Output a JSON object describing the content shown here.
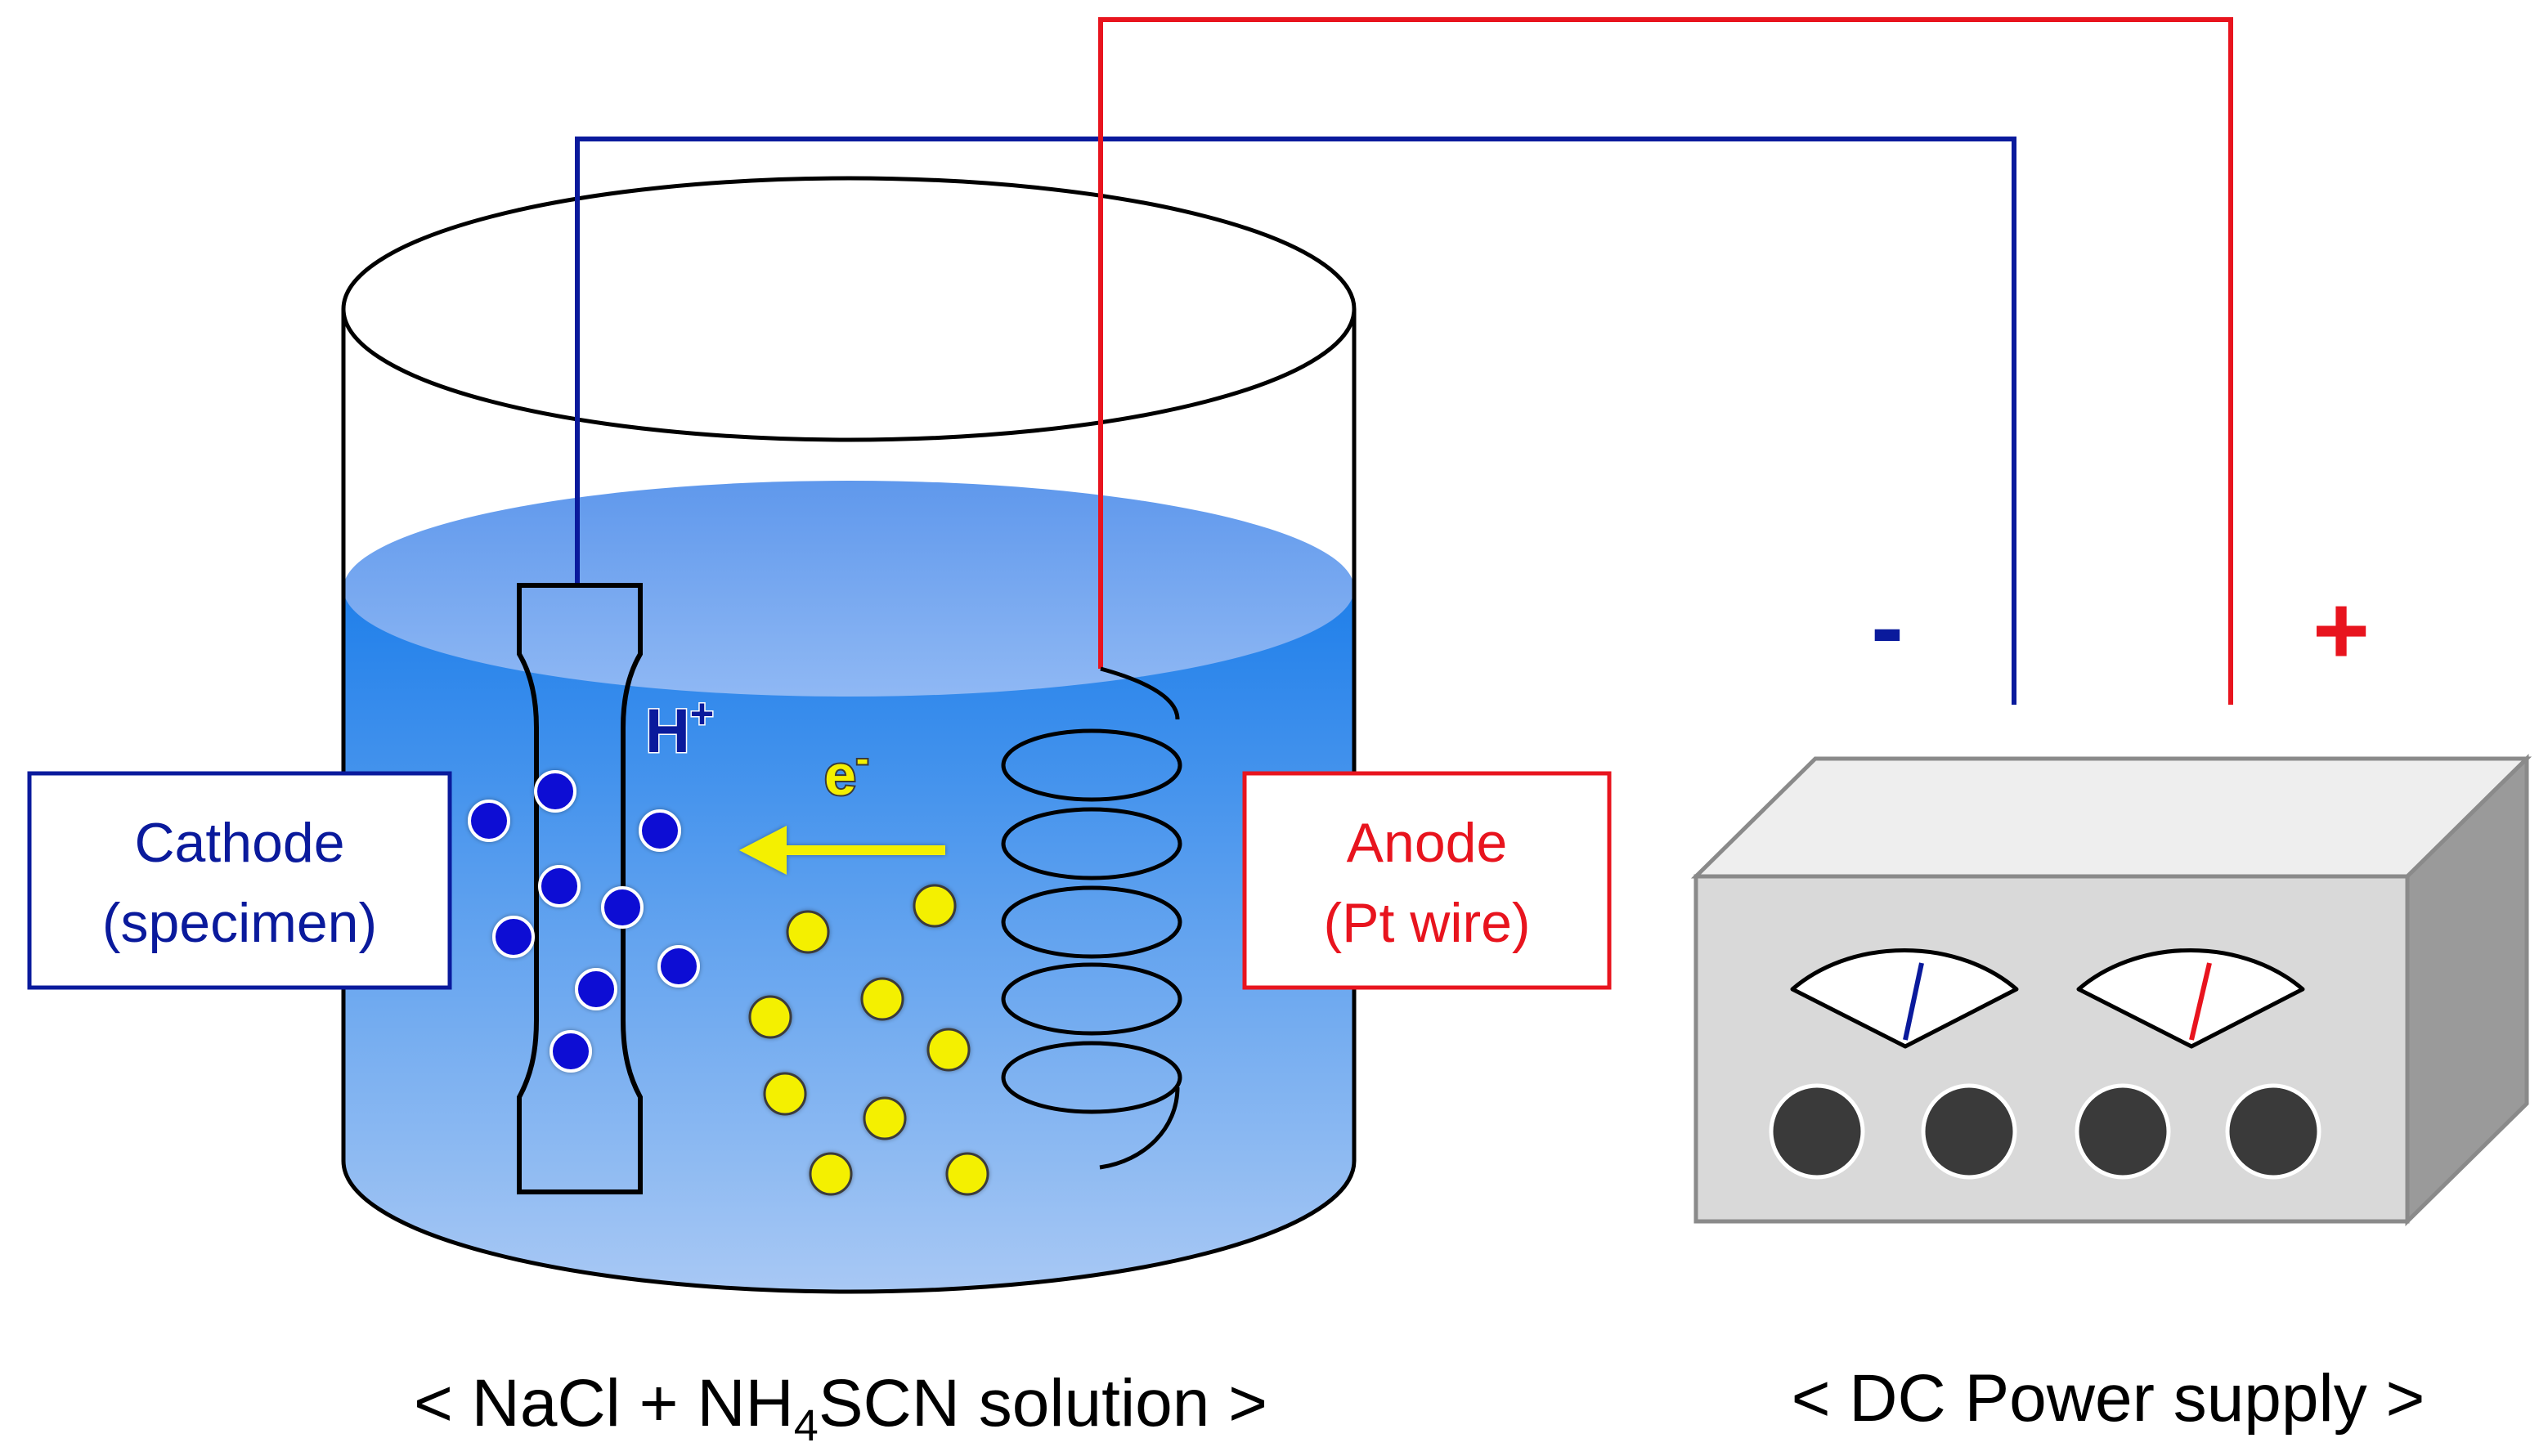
{
  "cathode_label": {
    "line1": "Cathode",
    "line2": "(specimen)"
  },
  "anode_label": {
    "line1": "Anode",
    "line2": "(Pt wire)"
  },
  "hydrogen_ion": {
    "base": "H",
    "sup": "+"
  },
  "electron": {
    "base": "e",
    "sup": "-"
  },
  "terminals": {
    "negative": "-",
    "positive": "+"
  },
  "captions": {
    "solution": {
      "prefix": "< NaCl + NH",
      "sub": "4",
      "suffix": "SCN solution >"
    },
    "power": "< DC Power supply >"
  },
  "colors": {
    "cathode_wire": "#0a1a9c",
    "anode_wire": "#e8141e",
    "solution_top": "#1f7fea",
    "solution_bottom": "#a8c8f4",
    "solution_surface": "#78aaf0",
    "hydrogen_dot": "#0a0ad4",
    "solution_particle": "#f4f000",
    "power_supply_face": "#d9d9d9",
    "knob": "#3a3a3a"
  },
  "icons": {
    "hydrogen_ions": "blue-ion-dot",
    "solution_particles": "yellow-particle-dot",
    "electron_flow": "left-arrow"
  }
}
